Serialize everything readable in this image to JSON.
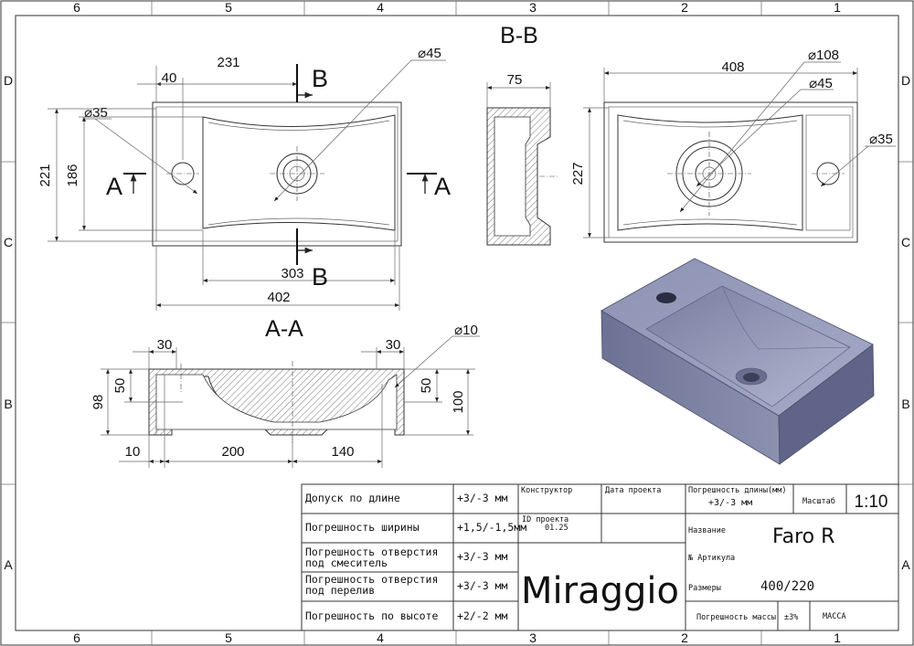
{
  "sheet": {
    "zones_top": [
      "6",
      "5",
      "4",
      "3",
      "2",
      "1"
    ],
    "zones_bottom": [
      "6",
      "5",
      "4",
      "3",
      "2",
      "1"
    ],
    "zones_left": [
      "D",
      "C",
      "B",
      "A"
    ],
    "zones_right": [
      "D",
      "C",
      "B",
      "A"
    ]
  },
  "views": {
    "top_view": {
      "dim_231": "231",
      "dim_40": "40",
      "dim_35": "⌀35",
      "dim_45": "⌀45",
      "dim_221": "221",
      "dim_186": "186",
      "dim_303": "303",
      "dim_402": "402",
      "cut_b_top": "B",
      "cut_b_bottom": "B",
      "cut_a_left": "A",
      "cut_a_right": "A"
    },
    "section_bb": {
      "label": "B-B",
      "dim_75": "75"
    },
    "section_aa": {
      "label": "A-A",
      "dim_30_left": "30",
      "dim_30_right": "30",
      "dim_10_dia": "⌀10",
      "dim_50_left": "50",
      "dim_98": "98",
      "dim_50_right": "50",
      "dim_100": "100",
      "dim_10": "10",
      "dim_200": "200",
      "dim_140": "140"
    },
    "bottom_view": {
      "dim_408": "408",
      "dim_108": "⌀108",
      "dim_45": "⌀45",
      "dim_35": "⌀35",
      "dim_227": "227"
    }
  },
  "title_block": {
    "rows": [
      {
        "label": "Допуск по длине",
        "value": "+3/-3 мм"
      },
      {
        "label": "Погрешность ширины",
        "value": "+1,5/-1,5мм"
      },
      {
        "label": "Погрешность отверстия\nпод смеситель",
        "value": "+3/-3 мм"
      },
      {
        "label": "Погрешность отверстия\nпод перелив",
        "value": "+3/-3 мм"
      },
      {
        "label": "Погрешность по высоте",
        "value": "+2/-2 мм"
      }
    ],
    "constructor_label": "Конструктор",
    "project_date_label": "Дата проекта",
    "project_id_label": "ID проекта",
    "project_id_value": "01.25",
    "brand": "Miraggio",
    "length_error_label": "Погрешность длины(мм)",
    "length_error_value": "+3/-3 мм",
    "scale_label": "Масштаб",
    "scale_value": "1:10",
    "name_label": "Название",
    "name_value": "Faro R",
    "article_label": "№ Артикула",
    "size_label": "Размеры",
    "size_value": "400/220",
    "mass_error_label": "Погрешность массы",
    "mass_error_value": "±3%",
    "mass_label": "МАССА"
  }
}
